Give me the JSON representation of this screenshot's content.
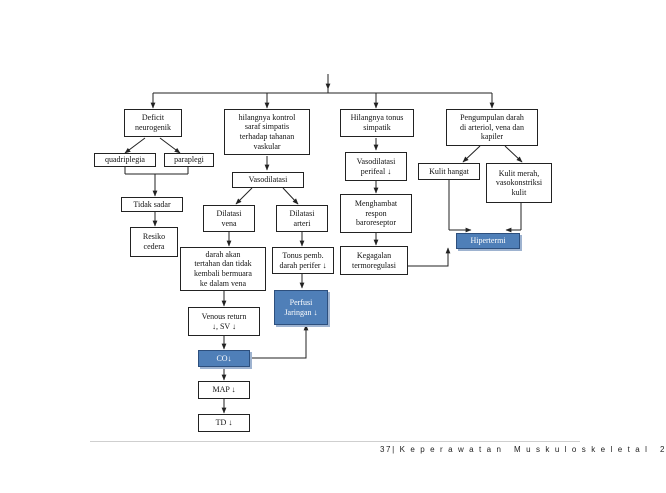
{
  "nodes": {
    "deficit": "Deficit\nneurogenik",
    "kontrol": "hilangnya kontrol\nsaraf simpatis\nterhadap tahanan\nvaskular",
    "tonus": "Hilangnya tonus\nsimpatik",
    "pengumpulan": "Pengumpulan darah\ndi arteriol, vena dan\nkapiler",
    "quadriplegia": "quadriplegia",
    "paraplegi": "paraplegi",
    "vasodilatasi": "Vasodilatasi",
    "vasodilatasi_perifer": "Vasodilatasi\nperifeal ↓",
    "kulit_hangat": "Kulit hangat",
    "kulit_merah": "Kulit merah,\nvasokonstriksi\nkulit",
    "tidak_sadar": "Tidak sadar",
    "dilatasi_vena": "Dilatasi\nvena",
    "dilatasi_arteri": "Dilatasi\narteri",
    "menghambat": "Menghambat\nrespon\nbaroreseptor",
    "resiko": "Resiko\ncedera",
    "hipertermi": "Hipertermi",
    "darah_akan": "darah akan\ntertahan dan tidak\nkembali bermuara\nke dalam vena",
    "tonus_pemb": "Tonus pemb.\ndarah perifer ↓",
    "kegagalan": "Kegagalan\ntermoregulasi",
    "perfusi": "Perfusi\nJaringan ↓",
    "venous": "Venous return\n↓, SV ↓",
    "co": "CO↓",
    "map": "MAP ↓",
    "td": "TD ↓"
  },
  "footer": {
    "page": "37",
    "title": "| K e p e r a w a t a n   M u s k u l o s k e l e t a l   2"
  },
  "colors": {
    "highlight": "#4f7fb8",
    "line": "#222222"
  }
}
